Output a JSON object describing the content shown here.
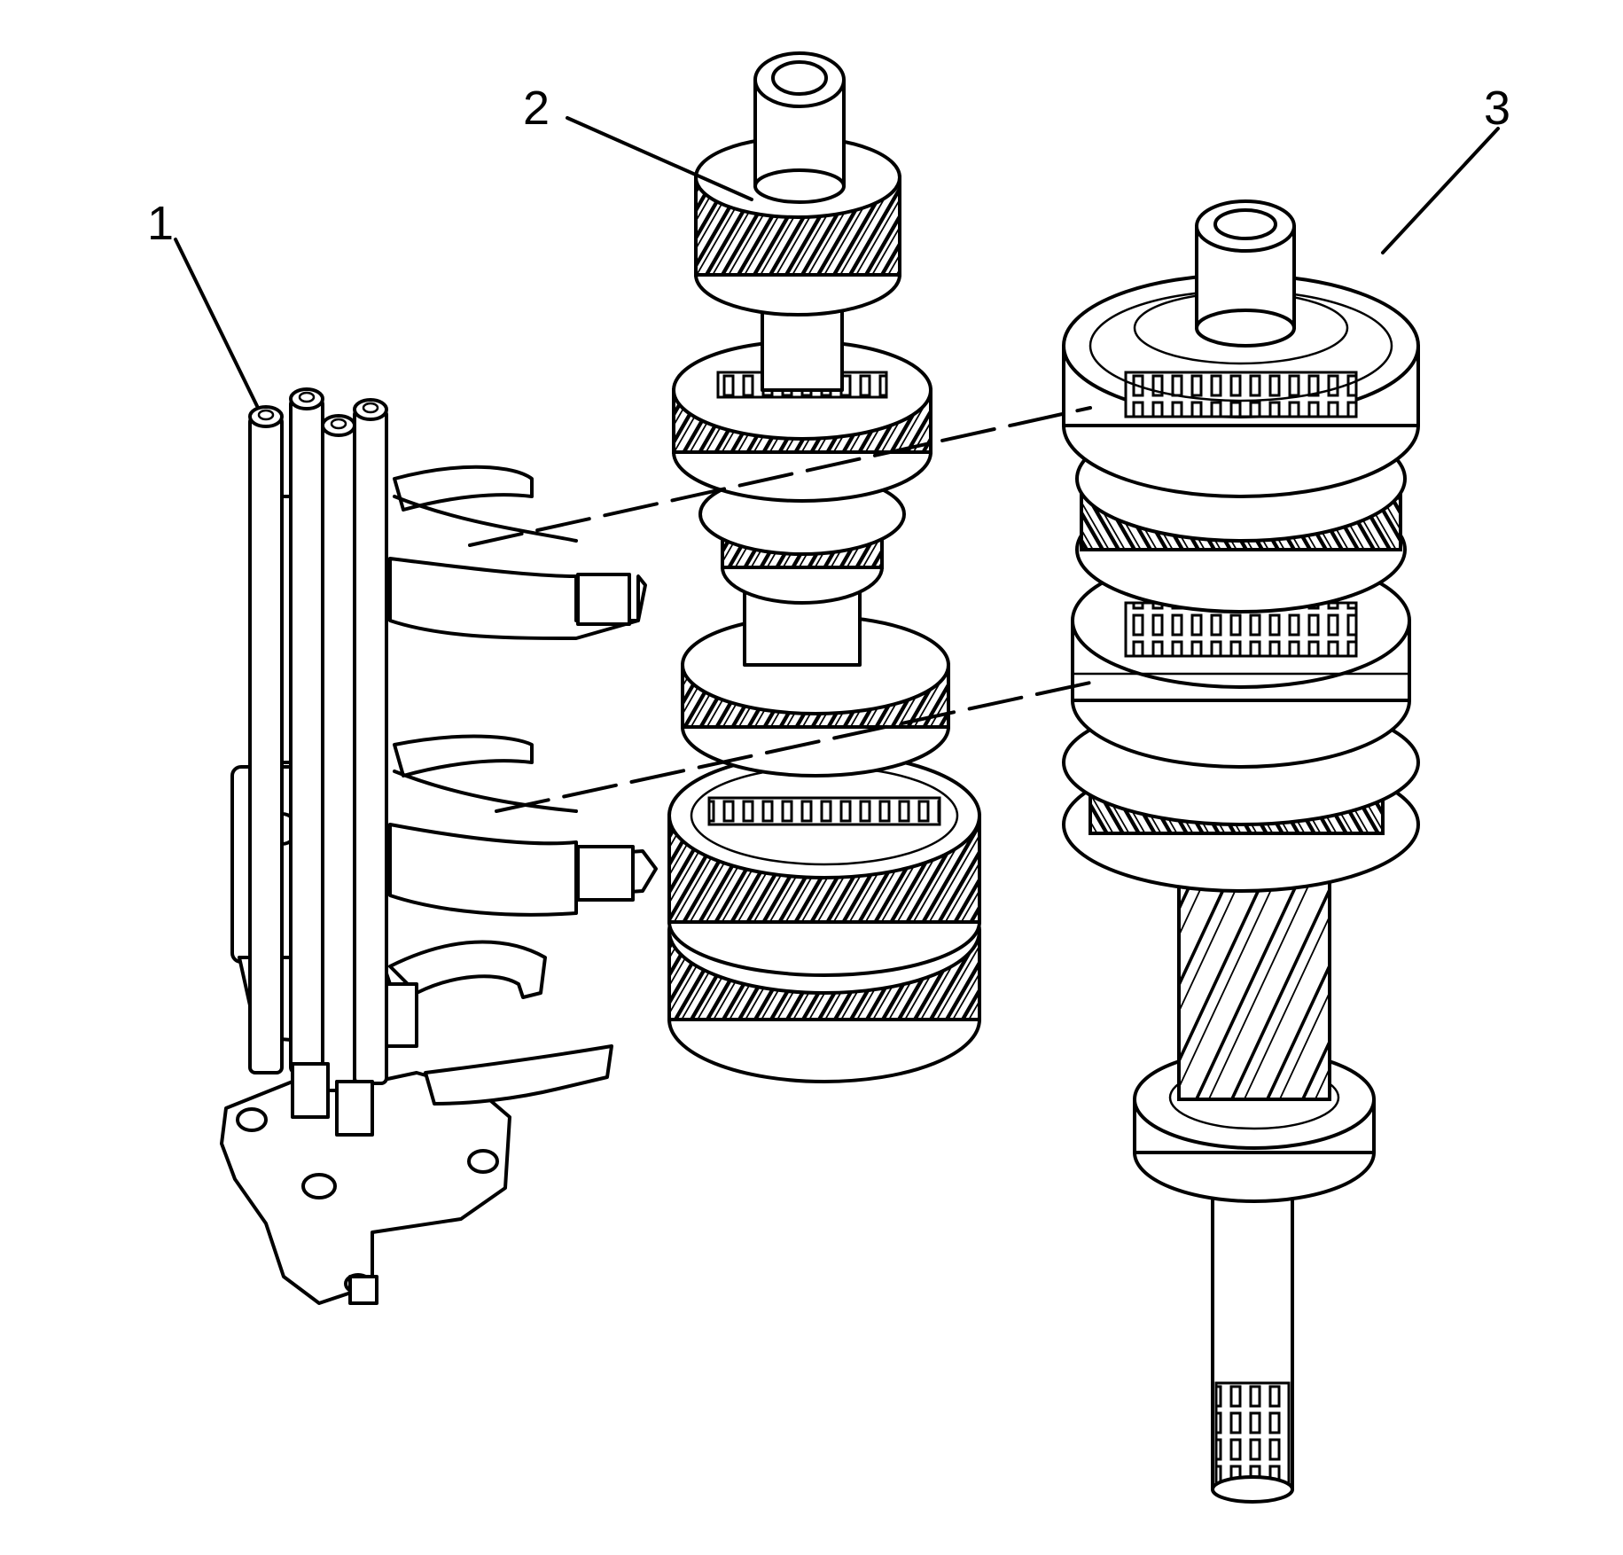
{
  "figure": {
    "callouts": [
      {
        "id": "1",
        "text": "1"
      },
      {
        "id": "2",
        "text": "2"
      },
      {
        "id": "3",
        "text": "3"
      }
    ],
    "colors": {
      "line": "#000000",
      "background": "#ffffff"
    }
  }
}
